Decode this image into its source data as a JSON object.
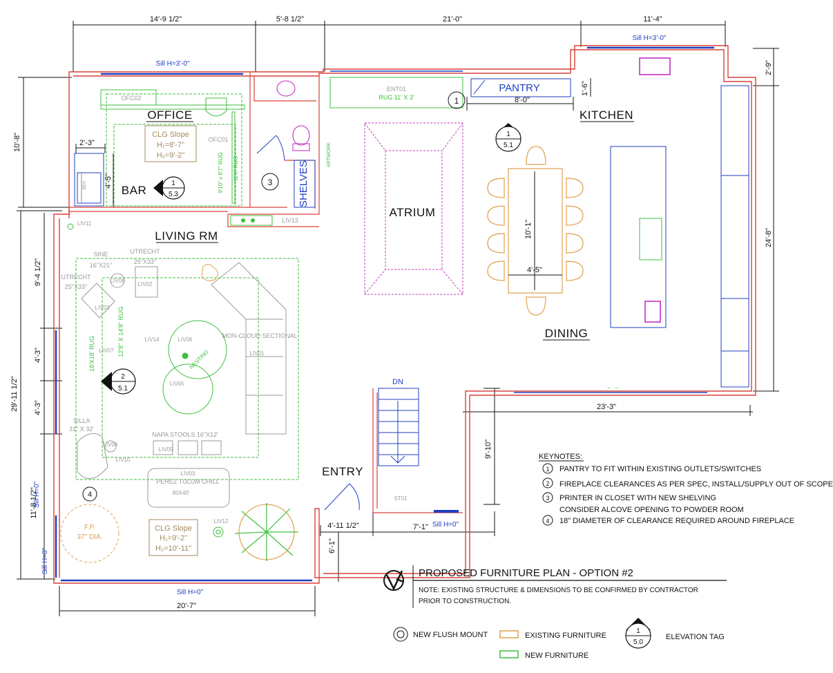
{
  "dimensions": {
    "top_office": "14'-9 1/2\"",
    "top_bath": "5'-8 1/2\"",
    "top_atrium": "21'-0\"",
    "top_kitchen": "11'-4\"",
    "left_office": "10'-8\"",
    "left_living_1": "9'-4 1/2\"",
    "left_total": "29'-11 1/2\"",
    "left_win_1": "4'-3\"",
    "left_win_2": "4'-3\"",
    "left_living_2": "11'-8 1/2\"",
    "bar_w": "2'-3\"",
    "bar_h": "4'-5\"",
    "kitchen_notch": "2'-9\"",
    "pantry_depth": "1'-6\"",
    "pantry_w": "8'-0\"",
    "right_total": "24'-8\"",
    "dining_table_len": "10'-1\"",
    "dining_table_w": "4'-5\"",
    "bottom_right": "23'-3\"",
    "stair_h": "9'-10\"",
    "entry_w": "4'-11 1/2\"",
    "stair_w": "7'-1\"",
    "entry_depth": "6'-1\"",
    "bottom_living": "20'-7\""
  },
  "sills": {
    "office": "Sill H=3'-0\"",
    "kitchen": "Sill H=3'-0\"",
    "left_upper": "Sill H=0\"",
    "left_lower": "Sill H=0\"",
    "bottom": "Sill H=0\"",
    "stair": "Sill H=0\""
  },
  "rooms": {
    "office": "OFFICE",
    "bar": "BAR",
    "shelves": "SHELVES",
    "pantry": "PANTRY",
    "kitchen": "KITCHEN",
    "living": "LIVING RM",
    "atrium": "ATRIUM",
    "dining": "DINING",
    "entry": "ENTRY",
    "dn": "DN"
  },
  "tags": {
    "ofc02": "OFC02",
    "ofc01": "OFC01",
    "ent01": "ENT01",
    "rug_ent": "RUG 11' X 3'",
    "office_rug": "9'10\" x 6'7\" RUG",
    "office_rug2": "11'X' RUG",
    "artwork": "ARTWORK",
    "liv11": "LIV11",
    "liv13": "LIV13",
    "sine": "SINE",
    "sine_size": "16\"X21\"",
    "utrecht_a": "UTRECHT",
    "utrecht_a_size": "25\"X33\"",
    "utrecht_b": "UTRECHT",
    "utrecht_b_size": "25\"X33\"",
    "liv08": "LIV08",
    "liv02a": "LIV02",
    "liv02b": "LIV02",
    "liv07": "LIV07",
    "liv14": "LIV14",
    "liv06": "LIV06",
    "nesting": "NESTING",
    "liv05": "LIV05",
    "liv01": "LIV01",
    "sectional": "MON-CLOUD SECTIONAL",
    "rug18": "18'X18' RUG",
    "rug128": "12'8\" X 14'8\" RUG",
    "stools": "NAPA STOOLS 16\"X12'",
    "liv09": "LIV09",
    "silla": "SILLA",
    "silla_size": "31\" X 32'",
    "liv04": "LIV04",
    "liv10": "LIV10",
    "liv03": "LIV03",
    "perez": "PEREZ TULUM CHILL",
    "perez_size": "80X40'",
    "liv12": "LIV12",
    "fp": "F.P.",
    "fp_dia": "37\" DIA.",
    "st01": "ST01",
    "bev": "BEV"
  },
  "ceilings": {
    "office_title": "CLG Slope",
    "office_h1": "H₁=8'-7\"",
    "office_h2": "H₂=9'-2\"",
    "living_title": "CLG Slope",
    "living_h1": "H₁=9'-2\"",
    "living_h2": "H₂=10'-11\""
  },
  "callouts": {
    "k1": "1",
    "k2": "2",
    "k3": "3",
    "k4": "4",
    "elev_bar_top": "1",
    "elev_bar_bot": "5.3",
    "elev_kit_top": "1",
    "elev_kit_bot": "5.1",
    "elev_liv_top": "2",
    "elev_liv_bot": "5.1"
  },
  "keynotes": {
    "title": "KEYNOTES:",
    "items": [
      {
        "num": "1",
        "text": "PANTRY TO FIT WITHIN EXISTING OUTLETS/SWITCHES"
      },
      {
        "num": "2",
        "text": "FIREPLACE CLEARANCES AS PER SPEC, INSTALL/SUPPLY OUT OF SCOPE"
      },
      {
        "num": "3",
        "text": "PRINTER IN CLOSET WITH NEW SHELVING"
      },
      {
        "num": "",
        "text": "CONSIDER ALCOVE OPENING TO POWDER ROOM"
      },
      {
        "num": "4",
        "text": "18\" DIAMETER OF CLEARANCE REQUIRED AROUND FIREPLACE"
      }
    ]
  },
  "title_block": {
    "title": "PROPOSED FURNITURE PLAN - OPTION #2",
    "note_1": "NOTE: EXISTING STRUCTURE & DIMENSIONS TO BE CONFIRMED BY CONTRACTOR",
    "note_2": "PRIOR TO CONSTRUCTION."
  },
  "legend": {
    "flush_mount": "NEW FLUSH MOUNT",
    "existing": "EXISTING FURNITURE",
    "new": "NEW FURNITURE",
    "elevation": "ELEVATION TAG",
    "elev_top": "1",
    "elev_bot": "5.0"
  },
  "colors": {
    "wall": "#d9403a",
    "window": "#1f3fbf",
    "new_furniture": "#3cbf3c",
    "existing_furniture": "#e0a050",
    "atrium": "#c040c0",
    "fixture": "#c020c0",
    "dimension": "#111111"
  }
}
